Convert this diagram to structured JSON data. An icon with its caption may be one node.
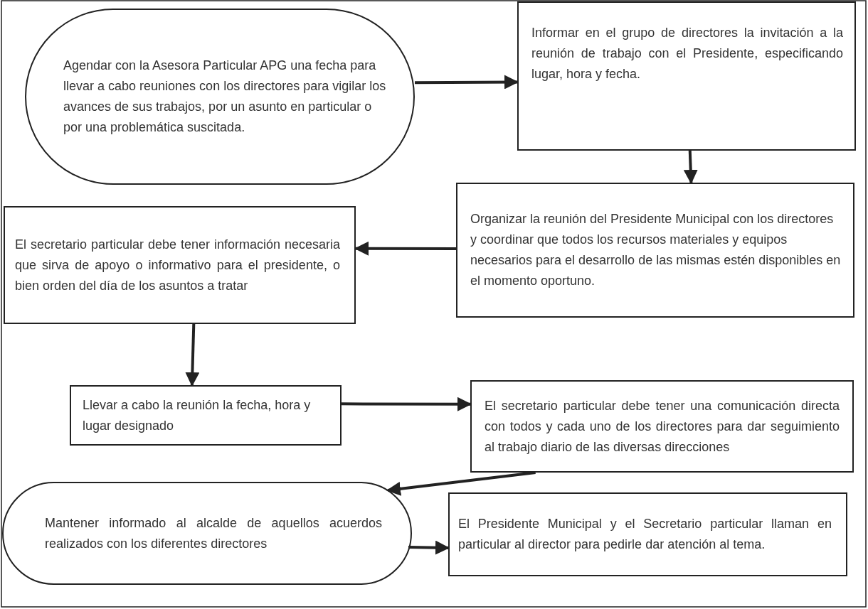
{
  "diagram": {
    "nodes": [
      {
        "text": [
          "Agendar con la Asesora Particular APG una fecha para llevar a cabo reuniones con los directores para vigilar los avances de sus trabajos, por un asunto en particular o por una problemática suscitada."
        ]
      },
      {
        "text": [
          "Informar en el grupo de directores la invitación a la reunión de trabajo con el Presidente, especificando lugar, hora y fecha."
        ]
      },
      {
        "text": [
          "Organizar la reunión del Presidente Municipal con los directores y coordinar que todos los recursos materiales y equipos necesarios para el desarrollo de las mismas estén disponibles en el momento oportuno."
        ]
      },
      {
        "text": [
          "El secretario particular debe tener información necesaria que sirva de apoyo o informativo para el presidente, o bien orden del día de los asuntos a tratar"
        ]
      },
      {
        "text": [
          "Llevar a cabo la reunión la fecha, hora y lugar designado"
        ]
      },
      {
        "text": [
          "El secretario particular debe tener una comunicación directa con todos y cada uno de los directores para dar seguimiento al trabajo diario de las diversas direcciones"
        ]
      },
      {
        "text": [
          "Mantener informado al alcalde de aquellos acuerdos realizados con los diferentes directores"
        ]
      },
      {
        "text": [
          "El Presidente Municipal y el Secretario particular llaman en particular al director para pedirle dar atención al tema."
        ]
      }
    ],
    "edges": [
      {
        "from": 0,
        "to": 1,
        "arrow": "to"
      },
      {
        "from": 1,
        "to": 2,
        "arrow": "to"
      },
      {
        "from": 2,
        "to": 3,
        "arrow": "to"
      },
      {
        "from": 3,
        "to": 4,
        "arrow": "to"
      },
      {
        "from": 4,
        "to": 5,
        "arrow": "to"
      },
      {
        "from": 5,
        "to": 6,
        "arrow": "to"
      },
      {
        "from": 6,
        "to": 7,
        "arrow": "to"
      }
    ]
  }
}
